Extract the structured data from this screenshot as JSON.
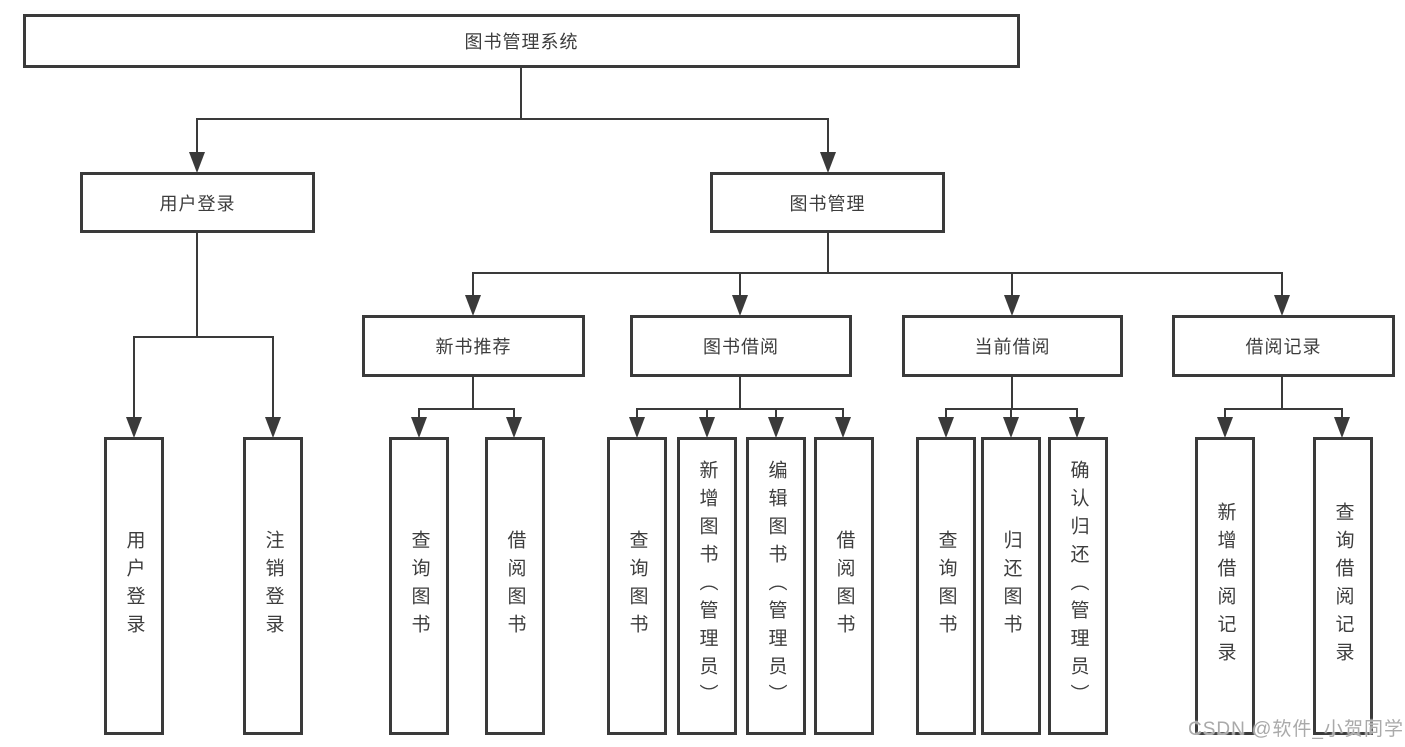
{
  "diagram": {
    "title": "图书管理系统",
    "level2": [
      {
        "label": "用户登录"
      },
      {
        "label": "图书管理"
      }
    ],
    "level3": [
      {
        "label": "新书推荐"
      },
      {
        "label": "图书借阅"
      },
      {
        "label": "当前借阅"
      },
      {
        "label": "借阅记录"
      }
    ],
    "leaves": {
      "user_login": [
        "用户登录",
        "注销登录"
      ],
      "new_book": [
        "查询图书",
        "借阅图书"
      ],
      "book_borrow": [
        "查询图书",
        "新增图书（管理员）",
        "编辑图书（管理员）",
        "借阅图书"
      ],
      "current_borrow": [
        "查询图书",
        "归还图书",
        "确认归还（管理员）"
      ],
      "borrow_record": [
        "新增借阅记录",
        "查询借阅记录"
      ]
    }
  },
  "watermark": {
    "text": "CSDN @软件_小贺同学"
  },
  "colors": {
    "line": "#3a3a3a",
    "text": "#3d3d3d",
    "background": "#ffffff",
    "watermark": "#aaaaaa"
  }
}
